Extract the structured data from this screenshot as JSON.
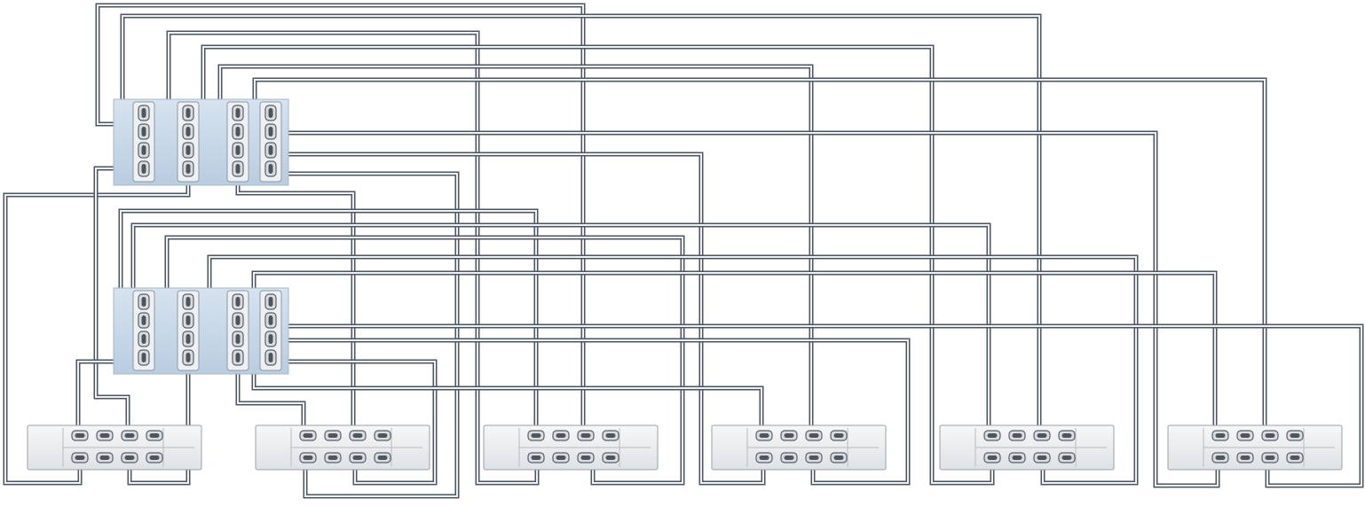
{
  "diagram": {
    "kind": "cabling-diagram",
    "controllers": [
      {
        "id": "controller-1",
        "hba_cards": 4,
        "ports_per_card": 4
      },
      {
        "id": "controller-2",
        "hba_cards": 4,
        "ports_per_card": 4
      }
    ],
    "disk_shelves": [
      {
        "id": "shelf-1",
        "io_modules": 2,
        "ports_per_module": 4
      },
      {
        "id": "shelf-2",
        "io_modules": 2,
        "ports_per_module": 4
      },
      {
        "id": "shelf-3",
        "io_modules": 2,
        "ports_per_module": 4
      },
      {
        "id": "shelf-4",
        "io_modules": 2,
        "ports_per_module": 4
      },
      {
        "id": "shelf-5",
        "io_modules": 2,
        "ports_per_module": 4
      },
      {
        "id": "shelf-6",
        "io_modules": 2,
        "ports_per_module": 4
      }
    ],
    "colors": {
      "controller_fill": "#c6d7e8",
      "shelf_fill": "#eceff1",
      "cable_outer": "#4d5661",
      "cable_inner": "#eef2f5"
    }
  }
}
